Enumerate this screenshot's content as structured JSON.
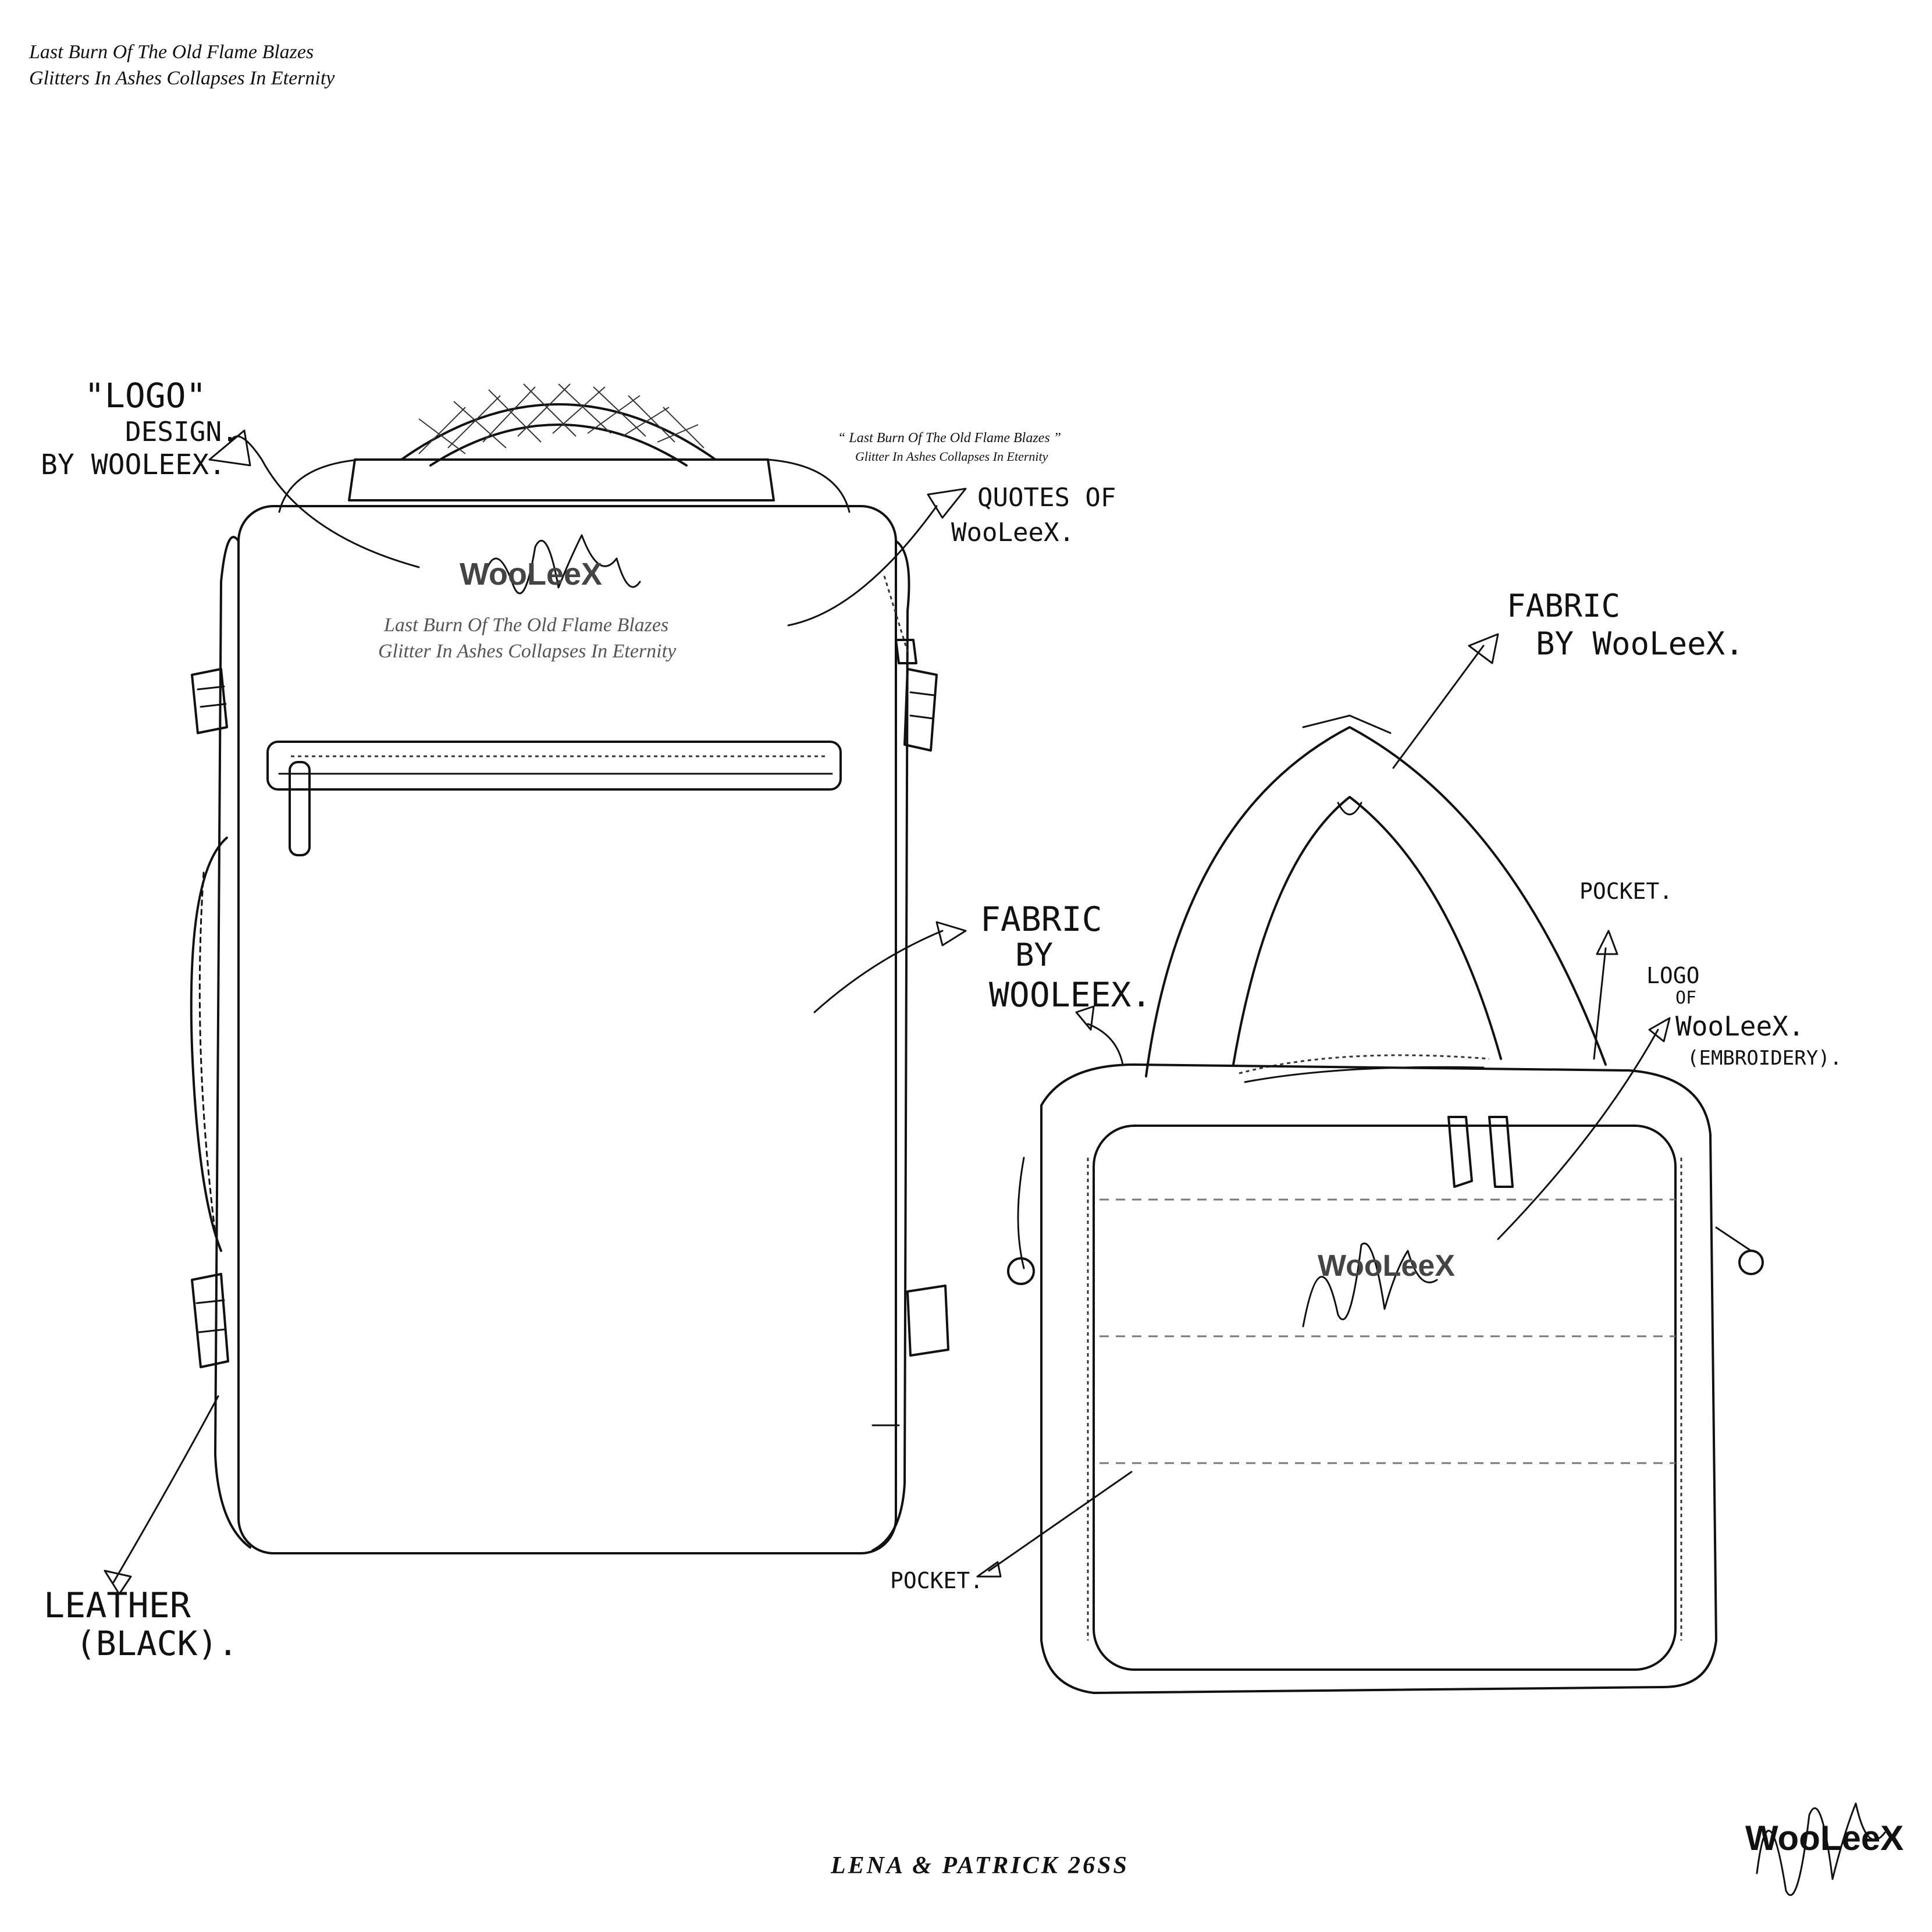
{
  "header_quote": {
    "line1": "Last Burn Of The Old Flame Blazes",
    "line2": "Glitters In Ashes Collapses In Eternity"
  },
  "backpack": {
    "logo_text": "WooLeeX",
    "quote_line1": "Last Burn Of The Old Flame Blazes",
    "quote_line2": "Glitter In Ashes Collapses In Eternity"
  },
  "duffel": {
    "logo_text": "WooLeeX"
  },
  "annotations": {
    "logo_design": [
      "\"LOGO\"",
      "DESIGN.",
      "BY WOOLEEX."
    ],
    "quote_small": {
      "line1": "“ Last Burn Of The Old Flame Blazes ”",
      "line2": "Glitter In Ashes Collapses In Eternity"
    },
    "quotes_of": [
      "QUOTES OF",
      "WooLeeX."
    ],
    "fabric_backpack": [
      "FABRIC",
      "BY",
      "WOOLEEX."
    ],
    "fabric_duffel": [
      "FABRIC",
      "BY WooLeeX."
    ],
    "pocket_top": "POCKET.",
    "logo_embroidery": [
      "LOGO",
      "OF",
      "WooLeeX.",
      "(EMBROIDERY)."
    ],
    "pocket_bottom": "POCKET.",
    "leather": [
      "LEATHER",
      "(BLACK)."
    ]
  },
  "footer": {
    "caption": "LENA & PATRICK 26SS",
    "brand_logo": "WooLeeX"
  },
  "colors": {
    "ink": "#111111",
    "paper": "#ffffff",
    "logo_gray": "#444444"
  }
}
